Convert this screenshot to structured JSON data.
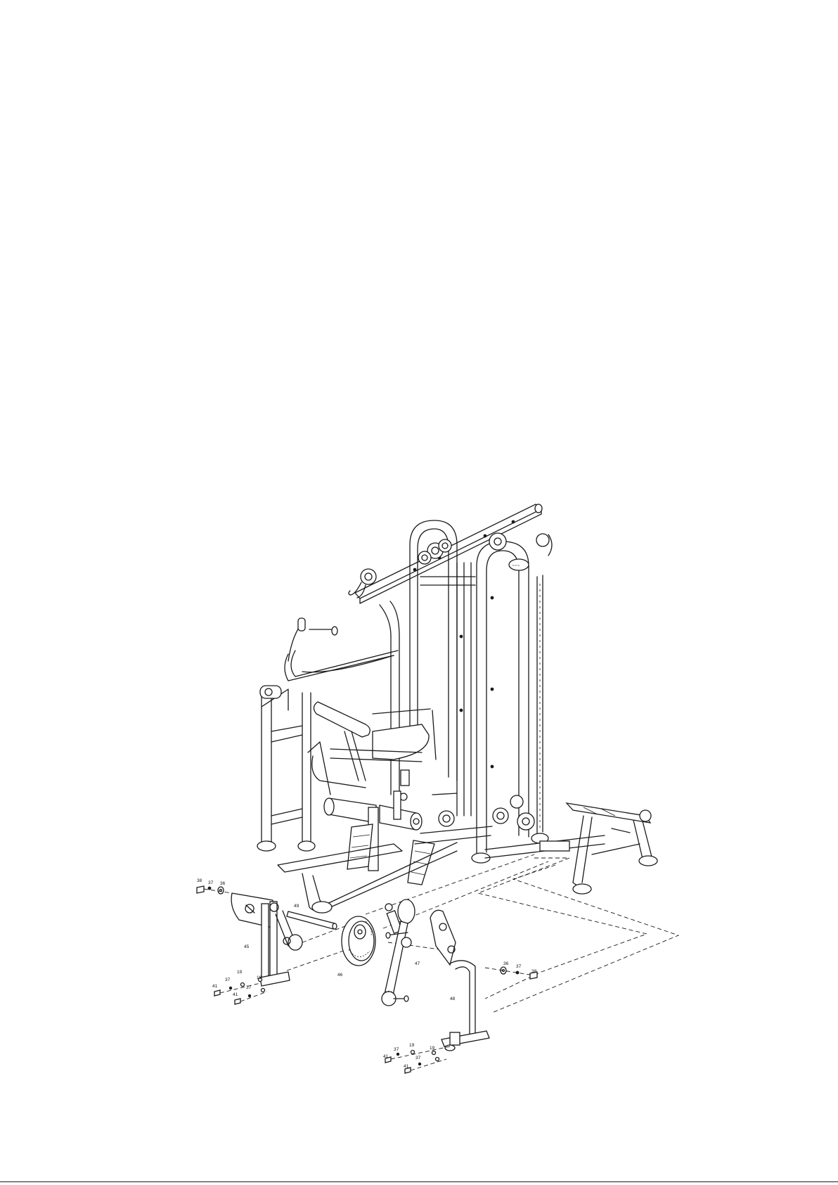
{
  "diagram": {
    "callouts": [
      {
        "key": "c38a",
        "text": "38"
      },
      {
        "key": "c37a",
        "text": "37"
      },
      {
        "key": "c36a",
        "text": "36"
      },
      {
        "key": "c49",
        "text": "49"
      },
      {
        "key": "c45",
        "text": "45"
      },
      {
        "key": "c46",
        "text": "46"
      },
      {
        "key": "c47",
        "text": "47"
      },
      {
        "key": "c36b",
        "text": "36"
      },
      {
        "key": "c37b",
        "text": "37"
      },
      {
        "key": "c38b",
        "text": "38"
      },
      {
        "key": "c48",
        "text": "48"
      },
      {
        "key": "c19a",
        "text": "19"
      },
      {
        "key": "c37c",
        "text": "37"
      },
      {
        "key": "c19b",
        "text": "19"
      },
      {
        "key": "c41a",
        "text": "41"
      },
      {
        "key": "c37d",
        "text": "37"
      },
      {
        "key": "c41b",
        "text": "41"
      },
      {
        "key": "c19c",
        "text": "19"
      },
      {
        "key": "c37e",
        "text": "37"
      },
      {
        "key": "c19d",
        "text": "19"
      },
      {
        "key": "c41c",
        "text": "41"
      },
      {
        "key": "c37f",
        "text": "37"
      },
      {
        "key": "c41d",
        "text": "41"
      }
    ]
  }
}
